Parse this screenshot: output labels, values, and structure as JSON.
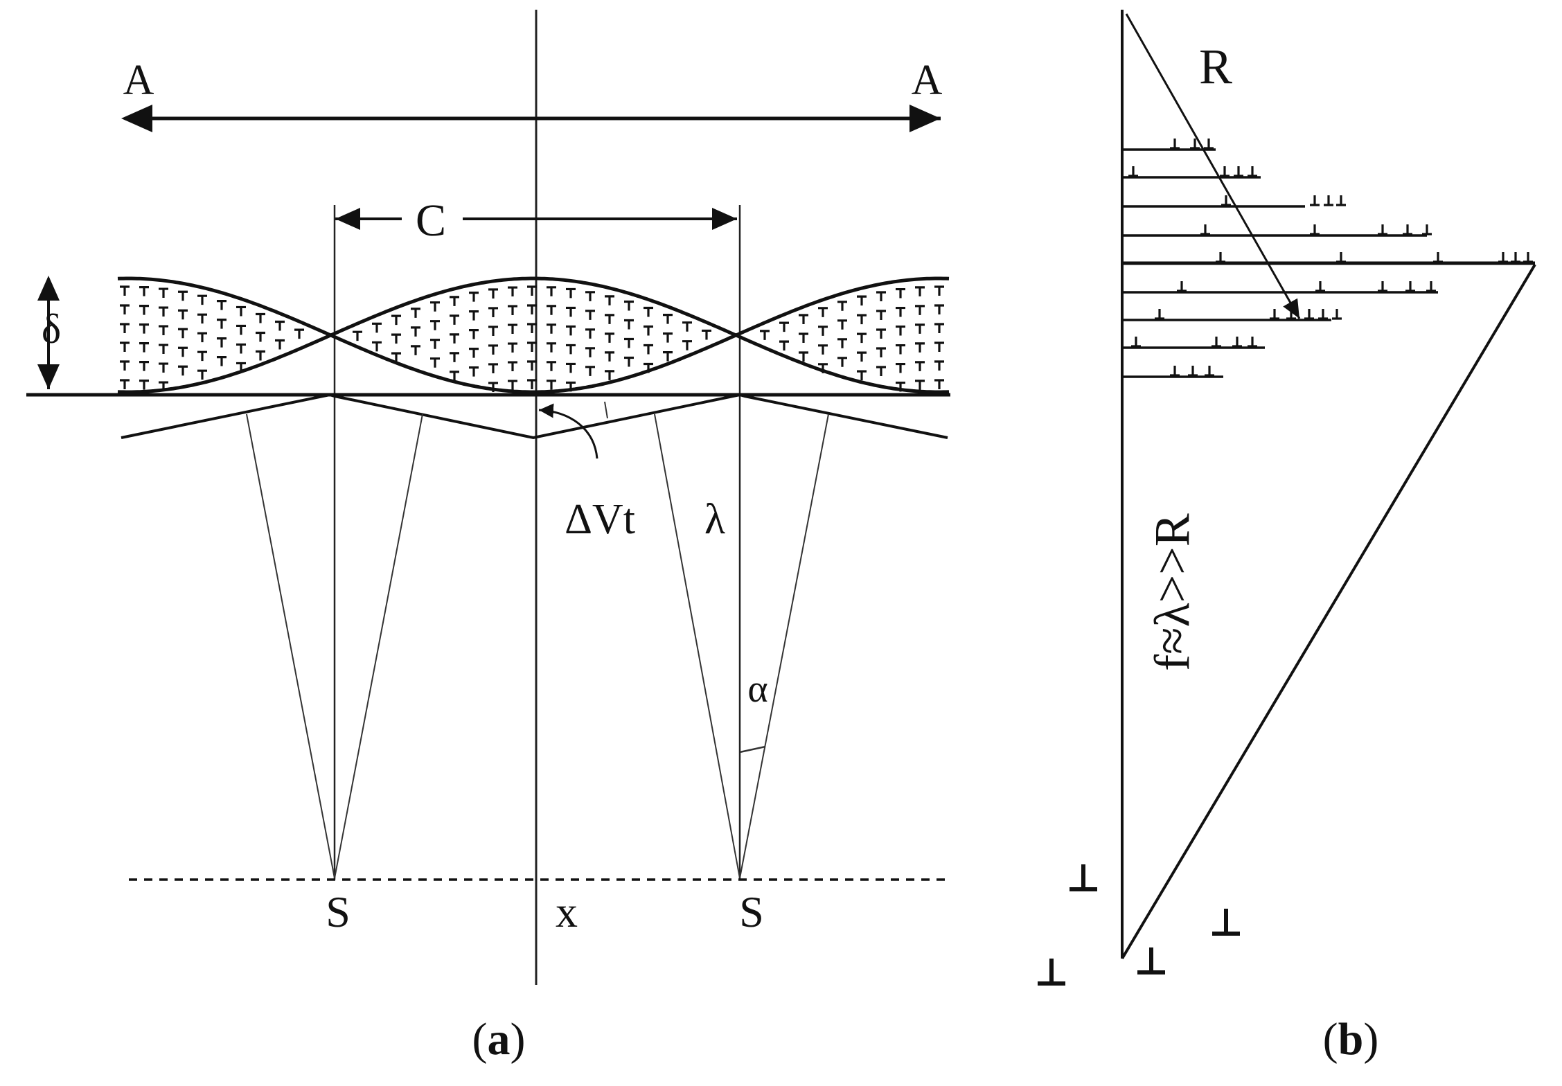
{
  "panel_a": {
    "caption": {
      "open": "(",
      "letter": "a",
      "close": ")"
    },
    "labels": {
      "A_left": "A",
      "A_right": "A",
      "C": "C",
      "delta": "δ",
      "delta_v_t": "ΔVt",
      "lambda": "λ",
      "alpha": "α",
      "S_left": "S",
      "x": "x",
      "S_right": "S"
    }
  },
  "panel_b": {
    "caption": {
      "open": "(",
      "letter": "b",
      "close": ")"
    },
    "labels": {
      "R": "R",
      "relation": "f≈λ>>R"
    },
    "dislocation_symbol": "⊥"
  },
  "colors": {
    "ink": "#111111",
    "thin_line": "#333333",
    "background": "#ffffff"
  }
}
